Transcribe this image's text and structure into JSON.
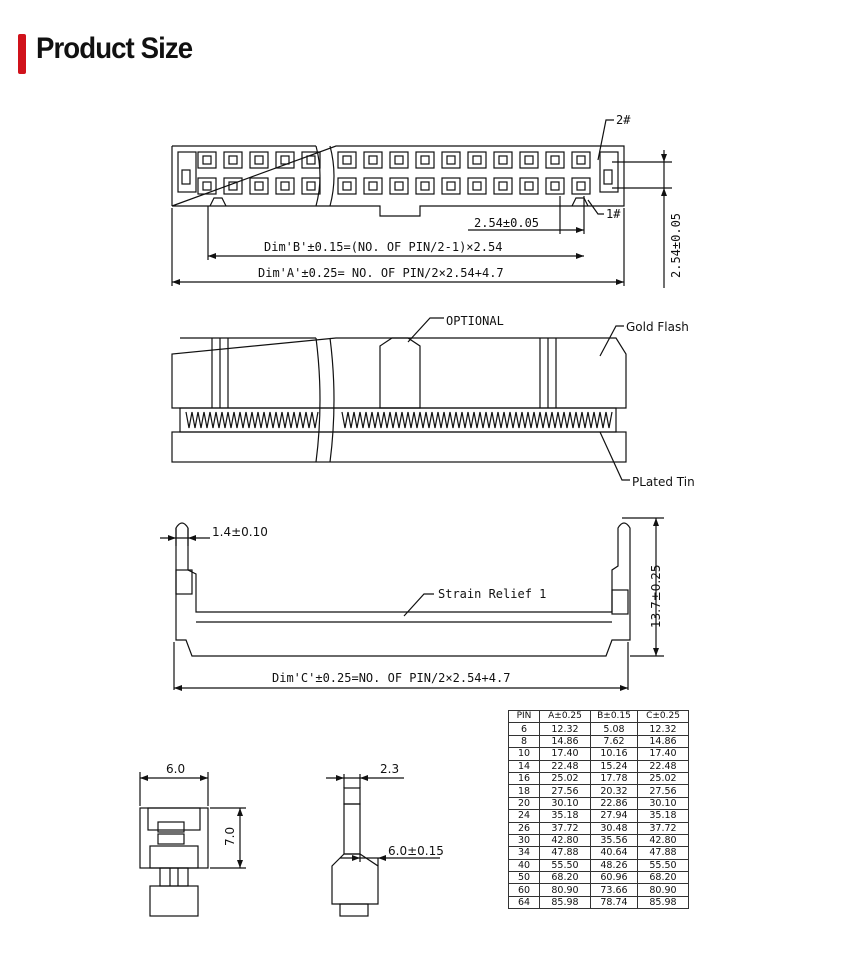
{
  "header": {
    "title": "Product Size",
    "accent_color": "#d0121b"
  },
  "top_view": {
    "pin2_label": "2#",
    "pin1_label": "1#",
    "pitch_label": "2.54±0.05",
    "dim_b_label": "Dim'B'±0.15=(NO. OF PIN/2-1)×2.54",
    "dim_a_label": "Dim'A'±0.25= NO. OF PIN/2×2.54+4.7",
    "height_label": "2.54±0.05"
  },
  "front_view": {
    "optional_label": "OPTIONAL",
    "gold_label": "Gold Flash",
    "tin_label": "PLated Tin"
  },
  "relief_view": {
    "latch_label": "1.4±0.10",
    "height_label": "13.7±0.25",
    "strain_label": "Strain Relief 1",
    "dim_c_label": "Dim'C'±0.25=NO. OF PIN/2×2.54+4.7"
  },
  "side_view_left": {
    "width_label": "6.0",
    "height_label": "7.0"
  },
  "side_view_right": {
    "width_label": "2.3",
    "lower_label": "6.0±0.15"
  },
  "pin_table": {
    "headers": [
      "PIN",
      "A±0.25",
      "B±0.15",
      "C±0.25"
    ],
    "rows": [
      [
        "6",
        "12.32",
        "5.08",
        "12.32"
      ],
      [
        "8",
        "14.86",
        "7.62",
        "14.86"
      ],
      [
        "10",
        "17.40",
        "10.16",
        "17.40"
      ],
      [
        "14",
        "22.48",
        "15.24",
        "22.48"
      ],
      [
        "16",
        "25.02",
        "17.78",
        "25.02"
      ],
      [
        "18",
        "27.56",
        "20.32",
        "27.56"
      ],
      [
        "20",
        "30.10",
        "22.86",
        "30.10"
      ],
      [
        "24",
        "35.18",
        "27.94",
        "35.18"
      ],
      [
        "26",
        "37.72",
        "30.48",
        "37.72"
      ],
      [
        "30",
        "42.80",
        "35.56",
        "42.80"
      ],
      [
        "34",
        "47.88",
        "40.64",
        "47.88"
      ],
      [
        "40",
        "55.50",
        "48.26",
        "55.50"
      ],
      [
        "50",
        "68.20",
        "60.96",
        "68.20"
      ],
      [
        "60",
        "80.90",
        "73.66",
        "80.90"
      ],
      [
        "64",
        "85.98",
        "78.74",
        "85.98"
      ]
    ]
  }
}
